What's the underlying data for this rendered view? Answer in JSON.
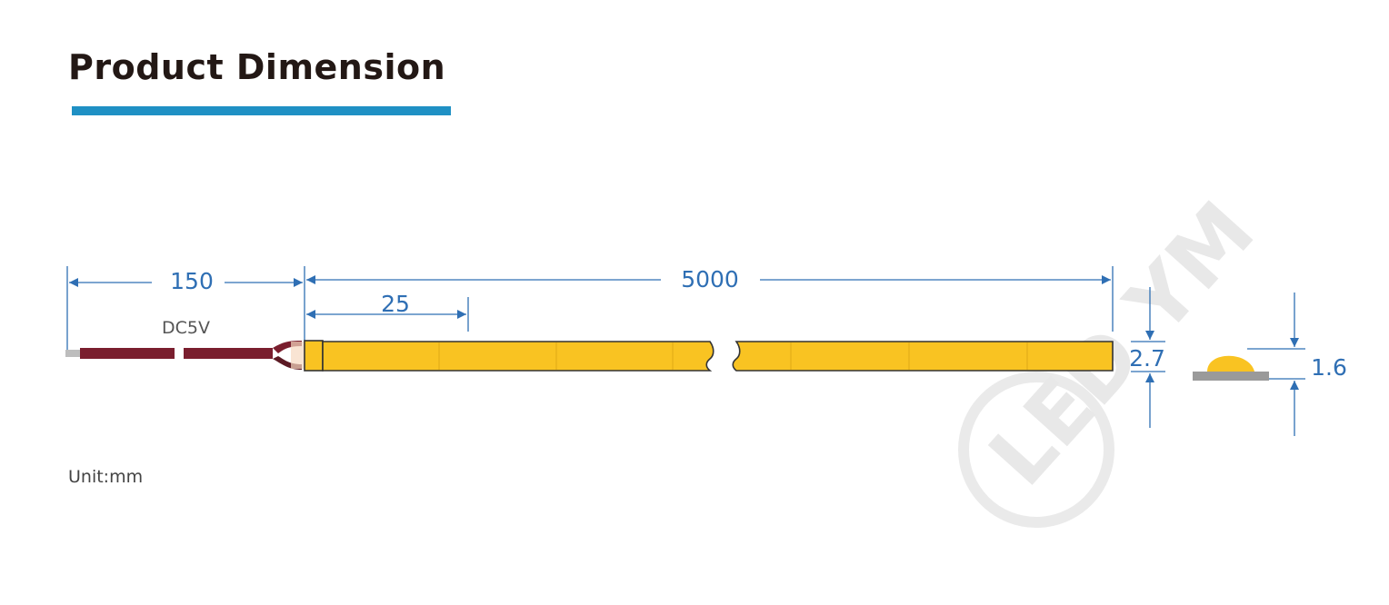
{
  "header": {
    "title": "Product Dimension"
  },
  "diagram": {
    "dimensions": {
      "wire_length": "150",
      "strip_length": "5000",
      "cut_unit": "25",
      "strip_height": "2.7",
      "led_height": "1.6"
    },
    "voltage_label": "DC5V",
    "unit_label": "Unit:mm",
    "watermark": "LED YM",
    "colors": {
      "strip": "#f9c322",
      "strip_border": "#333333",
      "wire": "#7a1e2e",
      "dimension": "#2f6fb4",
      "title_bar": "#1f90c4",
      "pcb": "#9a9a9a"
    }
  }
}
